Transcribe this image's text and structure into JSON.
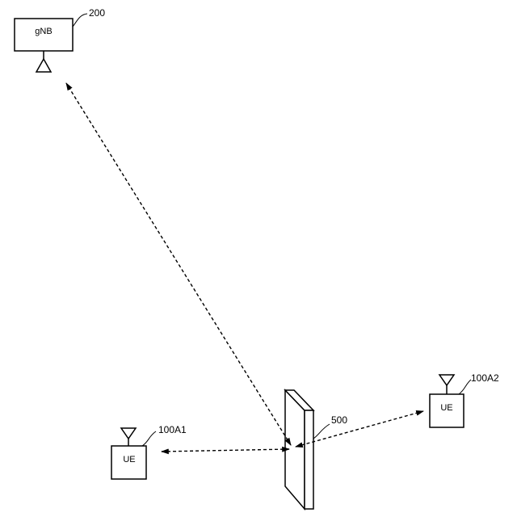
{
  "nodes": {
    "gnb": {
      "text": "gNB",
      "ref": "200"
    },
    "ue1": {
      "text": "UE",
      "ref": "100A1"
    },
    "ue2": {
      "text": "UE",
      "ref": "100A2"
    },
    "reflector": {
      "ref": "500"
    }
  }
}
